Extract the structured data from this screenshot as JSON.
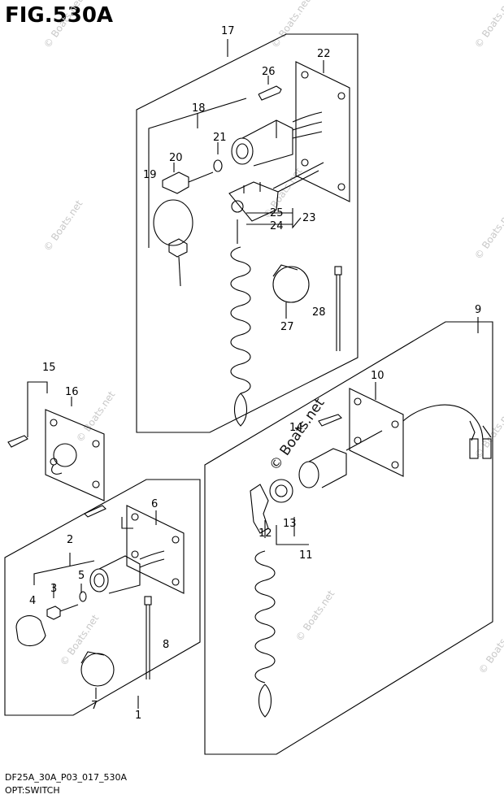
{
  "figure": {
    "title": "FIG.530A",
    "model_code": "DF25A_30A_P03_017_530A",
    "section": "OPT:SWITCH"
  },
  "watermark": "© Boats.net",
  "callouts": [
    "1",
    "2",
    "3",
    "4",
    "5",
    "6",
    "7",
    "8",
    "9",
    "10",
    "11",
    "12",
    "13",
    "14",
    "15",
    "16",
    "17",
    "18",
    "19",
    "20",
    "21",
    "22",
    "23",
    "24",
    "25",
    "26",
    "27",
    "28"
  ],
  "colors": {
    "line": "#000000",
    "watermark": "#c8c8c8",
    "background": "#ffffff"
  }
}
